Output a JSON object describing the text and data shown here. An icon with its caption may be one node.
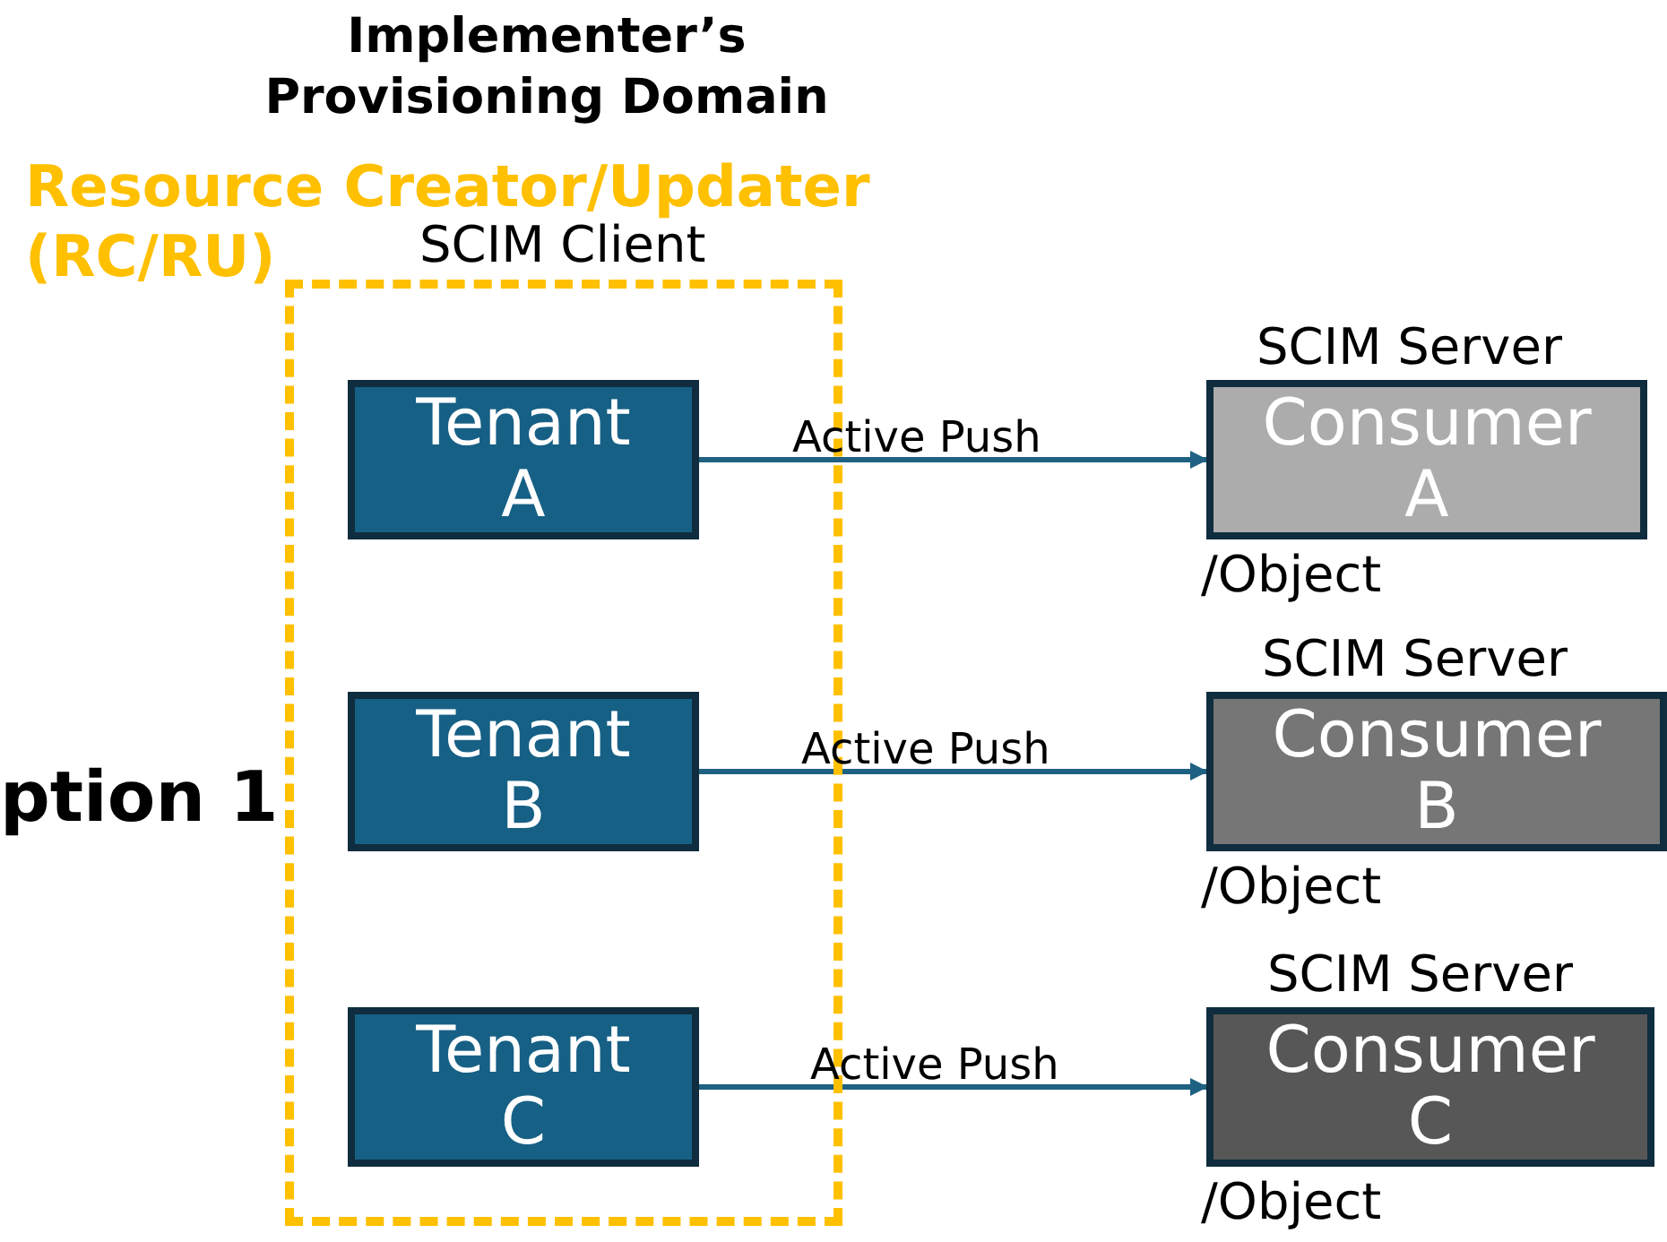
{
  "diagram": {
    "title": "Implementer’s Provisioning Domain",
    "nodes": [
      {
        "text": [
          "Resource Creator/Updater (RC/RU)",
          "SCIM Client"
        ]
      },
      {
        "text": [
          "Tenant A"
        ],
        "in": 0
      },
      {
        "text": [
          "Tenant B"
        ],
        "in": 0
      },
      {
        "text": [
          "Tenant C"
        ],
        "in": 0
      },
      {
        "text": [
          "Consumer A"
        ],
        "beside": [
          "SCIM Server",
          "/Object"
        ]
      },
      {
        "text": [
          "Consumer B"
        ],
        "beside": [
          "SCIM Server",
          "/Object"
        ]
      },
      {
        "text": [
          "Consumer C"
        ],
        "beside": [
          "SCIM Server",
          "/Object"
        ]
      }
    ],
    "edges": [
      {
        "from": 1,
        "to": 4,
        "arrow": "to",
        "label": "Active Push"
      },
      {
        "from": 2,
        "to": 5,
        "arrow": "to",
        "label": "Active Push"
      },
      {
        "from": 3,
        "to": 6,
        "arrow": "to",
        "label": "Active Push"
      }
    ],
    "labels": [
      "ption 1"
    ]
  }
}
